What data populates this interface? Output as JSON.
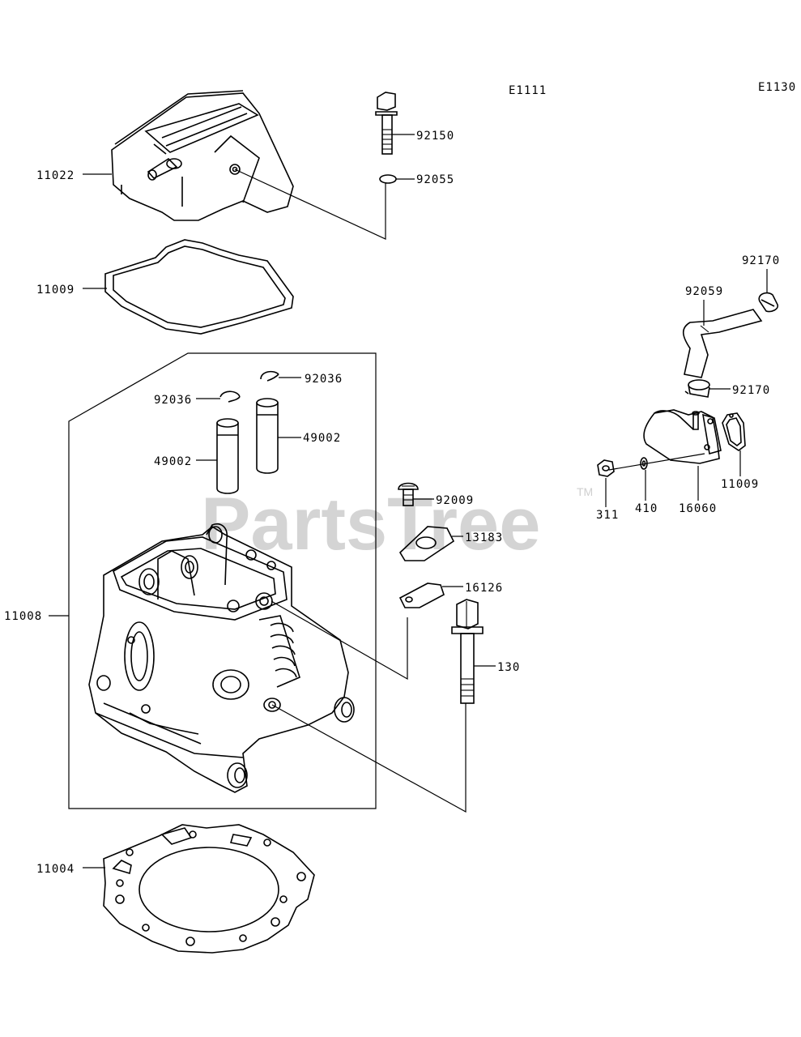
{
  "diagram_codes": {
    "left": "E1111",
    "right": "E1130"
  },
  "watermark": {
    "text": "PartsTree",
    "trademark": "TM"
  },
  "parts": {
    "p11022": "11022",
    "p92150": "92150",
    "p92055": "92055",
    "p11009_gasket": "11009",
    "p11008": "11008",
    "p92036_right": "92036",
    "p92036_left": "92036",
    "p49002_right": "49002",
    "p49002_left": "49002",
    "p92009": "92009",
    "p13183": "13183",
    "p16126": "16126",
    "p130": "130",
    "p11004": "11004",
    "p92170_top": "92170",
    "p92059": "92059",
    "p92170_mid": "92170",
    "p311": "311",
    "p410": "410",
    "p16060": "16060",
    "p11009_small": "11009"
  }
}
